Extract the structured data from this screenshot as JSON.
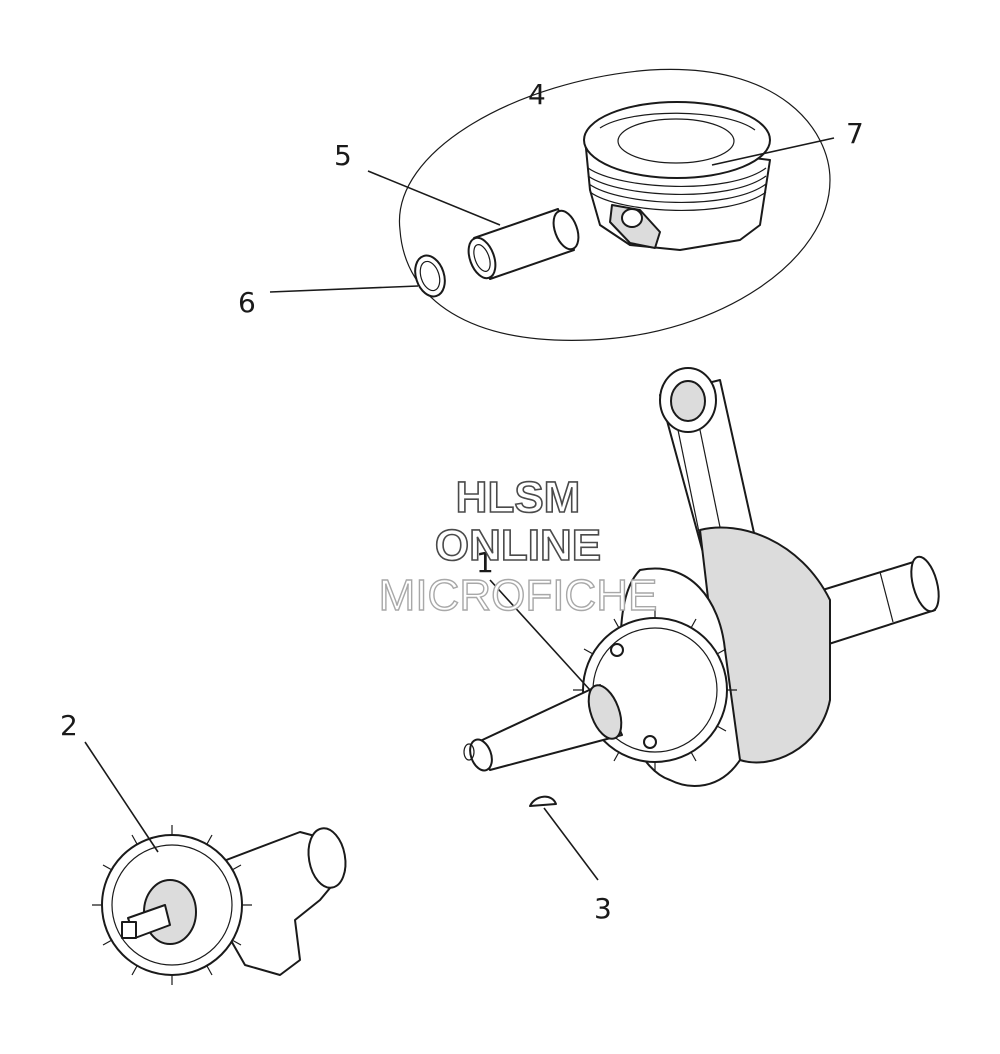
{
  "callouts": {
    "c1": "1",
    "c2": "2",
    "c3": "3",
    "c4": "4",
    "c5": "5",
    "c6": "6",
    "c7": "7"
  },
  "watermark": {
    "line1": "HLSM",
    "line2": "ONLINE",
    "line3": "MICROFICHE"
  },
  "colors": {
    "line": "#1a1a1a",
    "shade": "#dcdcdc",
    "background": "#ffffff"
  }
}
